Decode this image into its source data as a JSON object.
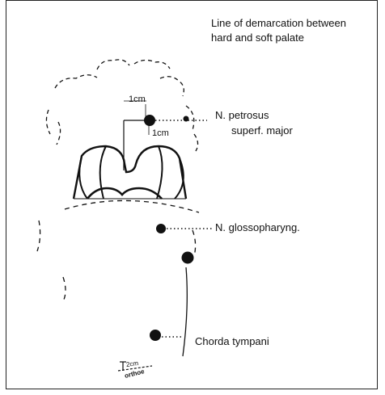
{
  "labels": {
    "demarcation_line1": "Line of demarcation between",
    "demarcation_line2": "hard and soft palate",
    "petrosus_line1": "N. petrosus",
    "petrosus_line2": "superf. major",
    "glossopharyng": "N. glossopharyng.",
    "chorda": "Chorda tympani",
    "measure_vertical": "1cm",
    "measure_horizontal": "1cm",
    "scale_value": "2cm",
    "scale_brand": "orthoe"
  },
  "colors": {
    "ink": "#111111",
    "frame": "#222222"
  }
}
